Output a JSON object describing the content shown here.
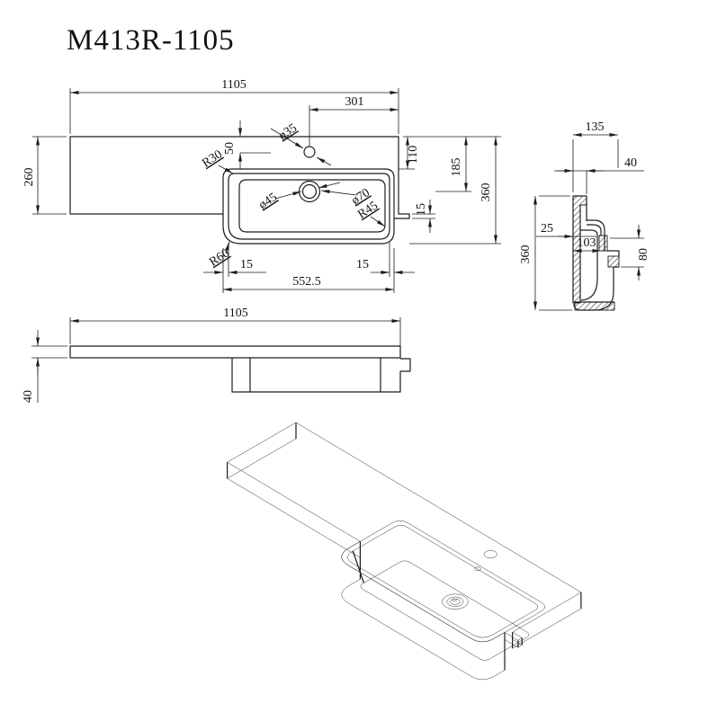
{
  "title": "M413R-1105",
  "colors": {
    "line": "#1c1c1c",
    "background": "#ffffff"
  },
  "plan": {
    "total_width": "1105",
    "tap_offset": "301",
    "tap_setback": "50",
    "tap_hole": "ø35",
    "left_depth": "260",
    "corner_tl": "R30",
    "drain_hole": "ø45",
    "drain_flange": "ø70",
    "bowl_corner": "R45",
    "corner_bl": "R60",
    "rim_left": "15",
    "rim_right": "15",
    "basin_width": "552.5",
    "basin_setback": "110",
    "drain_setback": "185",
    "right_depth": "360",
    "edge_step": "15"
  },
  "front": {
    "total_width": "1105",
    "slab_thickness": "40"
  },
  "section": {
    "top_width": "135",
    "wall_thickness": "40",
    "overflow_gap": "25",
    "bowl_depth": "103",
    "step_height": "80",
    "overall_depth": "360"
  }
}
